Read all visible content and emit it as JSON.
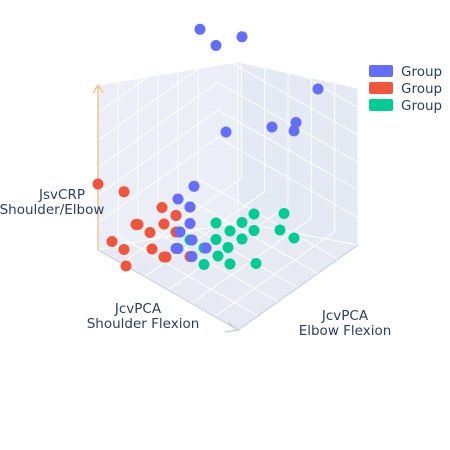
{
  "chart_data": {
    "type": "scatter",
    "title": "",
    "axes": {
      "x": {
        "label_lines": [
          "JcvPCA",
          "Shoulder Flexion"
        ]
      },
      "y": {
        "label_lines": [
          "JcvPCA",
          "Elbow Flexion"
        ]
      },
      "z": {
        "label_lines": [
          "JsvCRP",
          "Shoulder/Elbow"
        ]
      }
    },
    "grid": true,
    "legend": {
      "position": "top-right"
    },
    "series": [
      {
        "name": "Group",
        "color": "#636efa",
        "points": [
          [
            0.0,
            0.85,
            0.9
          ],
          [
            0.2,
            0.75,
            0.95
          ],
          [
            0.3,
            0.85,
            1.0
          ],
          [
            0.4,
            0.6,
            0.6
          ],
          [
            0.3,
            0.45,
            0.3
          ],
          [
            0.3,
            0.3,
            0.2
          ],
          [
            0.4,
            0.2,
            0.1
          ],
          [
            0.5,
            0.2,
            0.1
          ],
          [
            0.5,
            0.1,
            0.3
          ],
          [
            0.4,
            0.3,
            0.3
          ],
          [
            0.9,
            0.6,
            0.9
          ],
          [
            0.8,
            0.7,
            0.75
          ],
          [
            0.8,
            0.9,
            0.9
          ],
          [
            0.6,
            0.75,
            0.65
          ],
          [
            0.5,
            0.2,
            0.2
          ],
          [
            0.4,
            0.3,
            0.2
          ],
          [
            0.6,
            0.2,
            0.2
          ],
          [
            0.3,
            0.3,
            0.0
          ],
          [
            0.4,
            0.2,
            0.4
          ],
          [
            0.4,
            0.3,
            0.3
          ]
        ]
      },
      {
        "name": "Group",
        "color": "#ef553b",
        "points": [
          [
            0.0,
            0.0,
            0.4
          ],
          [
            0.1,
            0.1,
            0.35
          ],
          [
            0.2,
            0.1,
            0.2
          ],
          [
            0.1,
            0.0,
            0.1
          ],
          [
            0.2,
            0.0,
            0.0
          ],
          [
            0.2,
            0.2,
            0.1
          ],
          [
            0.3,
            0.1,
            0.1
          ],
          [
            0.3,
            0.2,
            0.0
          ],
          [
            0.4,
            0.3,
            0.0
          ],
          [
            0.2,
            0.3,
            0.2
          ],
          [
            0.1,
            0.2,
            0.1
          ],
          [
            0.4,
            0.1,
            0.1
          ],
          [
            0.3,
            0.3,
            0.1
          ],
          [
            0.3,
            0.2,
            0.2
          ],
          [
            0.1,
            0.1,
            0.0
          ],
          [
            0.3,
            0.3,
            0.2
          ]
        ]
      },
      {
        "name": "Group",
        "color": "#00cc96",
        "points": [
          [
            0.4,
            0.3,
            0.1
          ],
          [
            0.5,
            0.3,
            0.1
          ],
          [
            0.6,
            0.3,
            0.1
          ],
          [
            0.5,
            0.5,
            0.0
          ],
          [
            0.6,
            0.4,
            0.2
          ],
          [
            0.5,
            0.4,
            0.1
          ],
          [
            0.6,
            0.5,
            0.1
          ],
          [
            0.6,
            0.6,
            0.1
          ],
          [
            0.6,
            0.5,
            0.2
          ],
          [
            0.7,
            0.7,
            0.1
          ],
          [
            0.8,
            0.7,
            0.1
          ],
          [
            0.9,
            0.5,
            0.4
          ],
          [
            0.5,
            0.3,
            0.0
          ],
          [
            0.6,
            0.4,
            0.0
          ],
          [
            0.7,
            0.5,
            0.0
          ],
          [
            0.6,
            0.6,
            0.2
          ],
          [
            0.5,
            0.4,
            0.2
          ]
        ]
      }
    ]
  }
}
